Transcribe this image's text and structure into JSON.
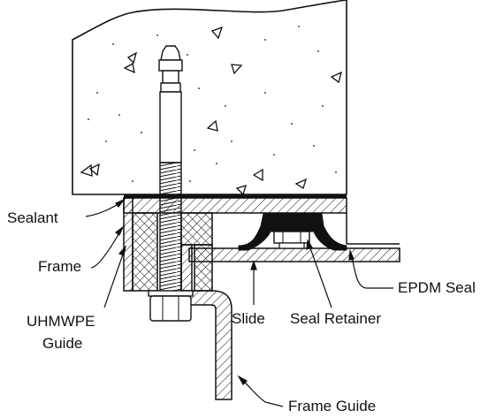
{
  "labels": {
    "sealant": "Sealant",
    "frame": "Frame",
    "uhmwpe_line1": "UHMWPE",
    "uhmwpe_line2": "Guide",
    "slide": "Slide",
    "seal_retainer": "Seal Retainer",
    "epdm_seal": "EPDM Seal",
    "frame_guide": "Frame Guide"
  },
  "colors": {
    "ink": "#111111",
    "background": "#ffffff"
  }
}
